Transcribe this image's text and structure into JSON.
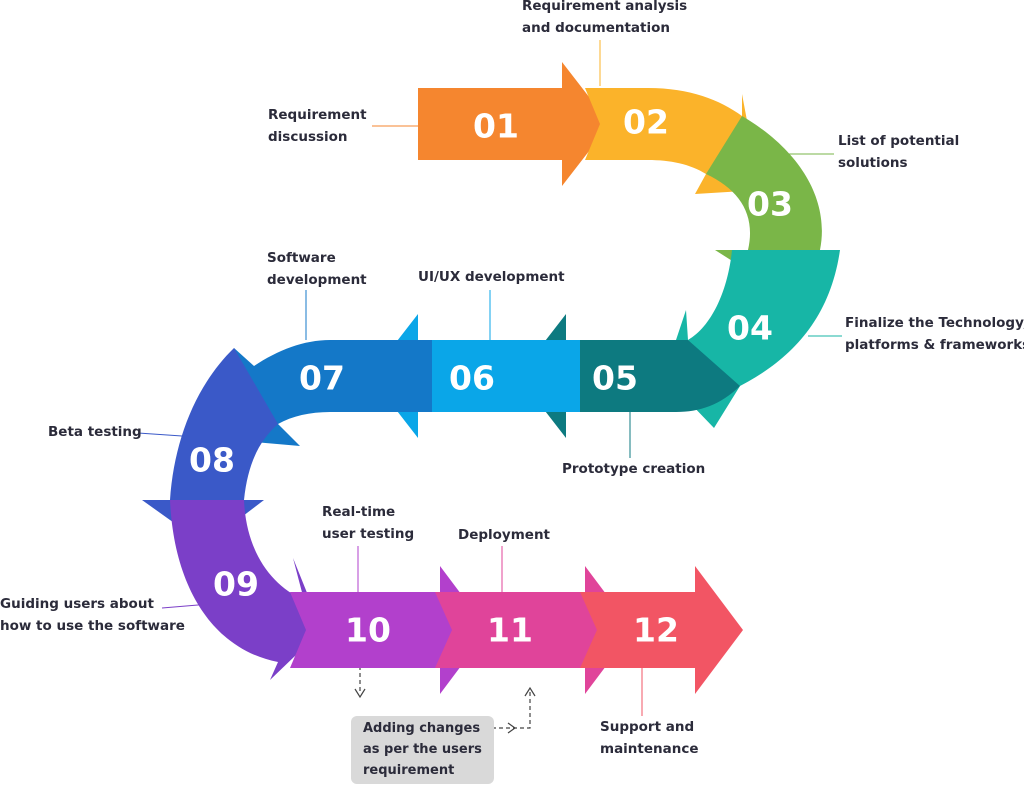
{
  "steps": [
    {
      "number": "01",
      "label": [
        "Requirement",
        "discussion"
      ],
      "color": "#f5862f"
    },
    {
      "number": "02",
      "label": [
        "Requirement analysis",
        "and documentation"
      ],
      "color": "#fbb32a"
    },
    {
      "number": "03",
      "label": [
        "List of potential",
        "solutions"
      ],
      "color": "#7ab648"
    },
    {
      "number": "04",
      "label": [
        "Finalize the Technology,",
        "platforms & frameworks"
      ],
      "color": "#17b6a6"
    },
    {
      "number": "05",
      "label": [
        "Prototype creation"
      ],
      "color": "#0d7a80"
    },
    {
      "number": "06",
      "label": [
        "UI/UX development"
      ],
      "color": "#0aa6e8"
    },
    {
      "number": "07",
      "label": [
        "Software",
        "development"
      ],
      "color": "#1478c8"
    },
    {
      "number": "08",
      "label": [
        "Beta testing"
      ],
      "color": "#3a59c8"
    },
    {
      "number": "09",
      "label": [
        "Guiding users about",
        "how to use the software"
      ],
      "color": "#7b3fc8"
    },
    {
      "number": "10",
      "label": [
        "Real-time",
        "user testing"
      ],
      "color": "#b240cc"
    },
    {
      "number": "11",
      "label": [
        "Deployment"
      ],
      "color": "#e0449a"
    },
    {
      "number": "12",
      "label": [
        "Support and",
        "maintenance"
      ],
      "color": "#f25564"
    }
  ],
  "feedback_note": [
    "Adding changes",
    "as per the users",
    "requirement"
  ]
}
